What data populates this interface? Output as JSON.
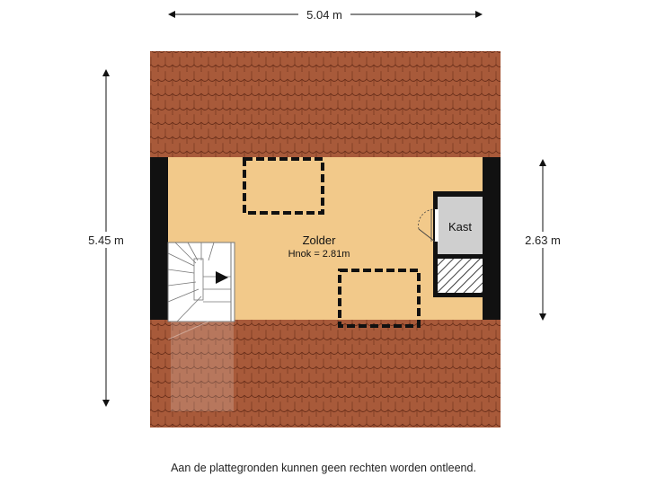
{
  "dimensions": {
    "width_top": "5.04 m",
    "height_left": "5.45 m",
    "height_right": "2.63 m"
  },
  "rooms": {
    "zolder": {
      "name": "Zolder",
      "hnok": "Hnok = 2.81m"
    },
    "kast": {
      "name": "Kast"
    }
  },
  "disclaimer": "Aan de plattegronden kunnen geen rechten worden ontleend.",
  "colors": {
    "roof": "#a85a3a",
    "roof_line": "#6b2f1a",
    "floor": "#f2c98a",
    "wall": "#111111",
    "kast_floor": "#cfcfcf"
  }
}
